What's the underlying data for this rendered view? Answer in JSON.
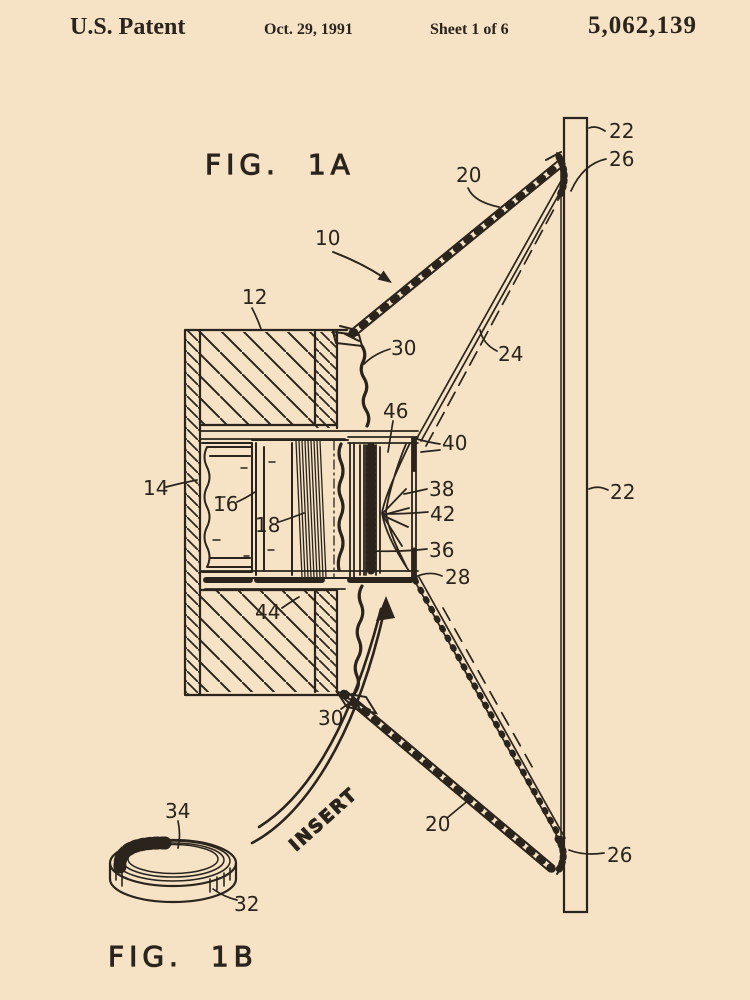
{
  "page": {
    "background": "#f6e2c5",
    "ink": "#2a241c"
  },
  "header": {
    "title": "U.S. Patent",
    "date": "Oct. 29, 1991",
    "sheet": "Sheet 1 of 6",
    "patent_number": "5,062,139"
  },
  "figures": {
    "fig1a": {
      "label": "FIG. 1A",
      "insert_label": "INSERT",
      "refs": {
        "r10": "10",
        "r12": "12",
        "r14": "14",
        "r16": "16",
        "r18": "18",
        "r20_top": "20",
        "r20_bottom": "20",
        "r22_top": "22",
        "r22_right": "22",
        "r24": "24",
        "r26_top": "26",
        "r26_bottom": "26",
        "r28": "28",
        "r30_top": "30",
        "r30_bottom": "30",
        "r36": "36",
        "r38": "38",
        "r40": "40",
        "r42": "42",
        "r44": "44",
        "r46": "46"
      }
    },
    "fig1b": {
      "label": "FIG. 1B",
      "refs": {
        "r32": "32",
        "r34": "34"
      }
    }
  }
}
